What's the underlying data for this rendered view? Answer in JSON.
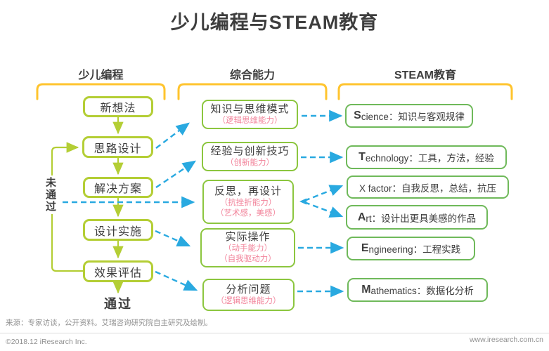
{
  "title": "少儿编程与STEAM教育",
  "colors": {
    "bracket": "#FFC42E",
    "flow_green": "#B4CE35",
    "left_border": "#B4CE35",
    "mid_border": "#8CC63F",
    "right_border": "#6FB95A",
    "arrow_blue": "#29A9E0",
    "pink": "#F2849B",
    "text_dark": "#3D3D3D",
    "footer_gray": "#909090",
    "line_gray": "#DCDCDC"
  },
  "columns": {
    "programming": {
      "header": "少儿编程",
      "steps": [
        "新想法",
        "思路设计",
        "解决方案",
        "设计实施",
        "效果评估"
      ],
      "fail_label": "未通过",
      "pass_label": "通过"
    },
    "abilities": {
      "header": "综合能力",
      "items": [
        {
          "title": "知识与思维模式",
          "subs": [
            "（逻辑思维能力）"
          ]
        },
        {
          "title": "经验与创新技巧",
          "subs": [
            "（创新能力）"
          ]
        },
        {
          "title": "反思，再设计",
          "subs": [
            "（抗挫折能力）",
            "（艺术感，美感）"
          ]
        },
        {
          "title": "实际操作",
          "subs": [
            "（动手能力）",
            "（自我驱动力）"
          ]
        },
        {
          "title": "分析问题",
          "subs": [
            "（逻辑思维能力）"
          ]
        }
      ]
    },
    "steam": {
      "header": "STEAM教育",
      "items": [
        {
          "lead": "S",
          "rest": "cience：知识与客观规律"
        },
        {
          "lead": "T",
          "rest": "echnology：工具，方法，经验"
        },
        {
          "lead": "",
          "rest": "X factor：自我反思，总结，抗压"
        },
        {
          "lead": "A",
          "rest": "rt：设计出更具美感的作品"
        },
        {
          "lead": "E",
          "rest": "ngineering：工程实践"
        },
        {
          "lead": "M",
          "rest": "athematics：数据化分析"
        }
      ]
    }
  },
  "footer": {
    "source": "来源：专家访谈，公开资料。艾瑞咨询研究院自主研究及绘制。",
    "copyright": "©2018.12 iResearch Inc.",
    "website": "www.iresearch.com.cn"
  }
}
